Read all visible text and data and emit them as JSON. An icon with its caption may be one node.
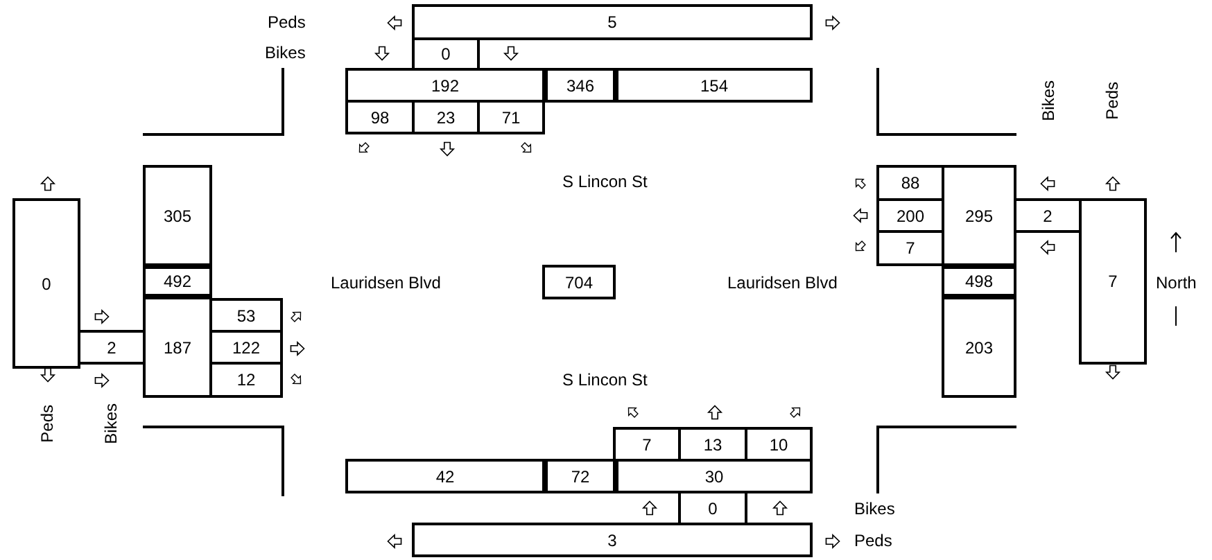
{
  "diagram": {
    "nodes": [
      {
        "text": [
          "5"
        ]
      },
      {
        "text": [
          "0"
        ]
      },
      {
        "text": [
          "192"
        ]
      },
      {
        "text": [
          "346"
        ]
      },
      {
        "text": [
          "154"
        ]
      },
      {
        "text": [
          "98"
        ]
      },
      {
        "text": [
          "23"
        ]
      },
      {
        "text": [
          "71"
        ]
      },
      {
        "text": [
          "305"
        ]
      },
      {
        "text": [
          "88"
        ]
      },
      {
        "text": [
          "295"
        ]
      },
      {
        "text": [
          "0"
        ]
      },
      {
        "text": [
          "200"
        ]
      },
      {
        "text": [
          "2"
        ]
      },
      {
        "text": [
          "7"
        ]
      },
      {
        "text": [
          "7"
        ]
      },
      {
        "text": [
          "492"
        ]
      },
      {
        "text": [
          "704"
        ]
      },
      {
        "text": [
          "498"
        ]
      },
      {
        "text": [
          "53"
        ]
      },
      {
        "text": [
          "187"
        ]
      },
      {
        "text": [
          "2"
        ]
      },
      {
        "text": [
          "122"
        ]
      },
      {
        "text": [
          "12"
        ]
      },
      {
        "text": [
          "203"
        ]
      },
      {
        "text": [
          "7"
        ]
      },
      {
        "text": [
          "13"
        ]
      },
      {
        "text": [
          "10"
        ]
      },
      {
        "text": [
          "42"
        ]
      },
      {
        "text": [
          "72"
        ]
      },
      {
        "text": [
          "30"
        ]
      },
      {
        "text": [
          "0"
        ]
      },
      {
        "text": [
          "3"
        ]
      }
    ],
    "labels": [
      "Peds",
      "Bikes",
      "Bikes",
      "Peds",
      "S Lincon St",
      "Lauridsen Blvd",
      "Lauridsen Blvd",
      "North",
      "S Lincon St",
      "Peds",
      "Bikes",
      "Bikes",
      "Peds"
    ]
  }
}
